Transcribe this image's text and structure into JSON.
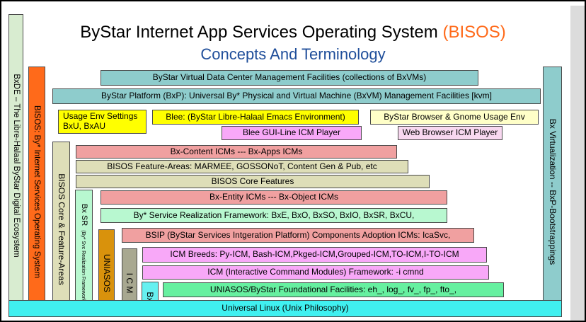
{
  "title": {
    "main": "ByStar Internet App Services Operating System ",
    "accent": "(BISOS)",
    "sub": "Concepts And Terminology"
  },
  "colors": {
    "accent": "#ff6a1a",
    "subtitle": "#1f4e9a",
    "teal": "#8ecccc",
    "salmon": "#f0a0a0",
    "khaki": "#dedeb8",
    "mint": "#b8f8d0",
    "pink": "#f8a8f8",
    "yellow": "#ffff00",
    "cyan": "#66f0f0",
    "orange": "#ff6a1a",
    "amber": "#d9920c",
    "gray": "#a8a890"
  },
  "vertical": {
    "bxde": "BxDE – The Libre-Halaal ByStar Digital Ecosystem",
    "bisos": "BISOS: By* Internet Services Operating System",
    "core_feature_areas": "BISOS Core & Feature-Areas",
    "bx_sr": "Bx SR",
    "bx_sr_sub": "(By* Svc Realization Framework)",
    "uniasos": "UNIASOS",
    "icm": "I C M",
    "bxf": "BxF",
    "bx_virtualization": "Bx Virtualization  --  BxP-Bootstrappings"
  },
  "rows": {
    "virtual_dc": "ByStar Virtual Data Center Management Facilities (collections of BxVMs)",
    "platform": "ByStar Platform (BxP):  Universal By* Physical and  Virtual Machine (BxVM) Management Facilities [kvm]",
    "usage_env": {
      "line1": "Usage Env Settings",
      "line2": "BxU, BxAU"
    },
    "blee": "Blee: (ByStar Libre-Halaal Emacs Environment)",
    "browser_env": "ByStar Browser & Gnome Usage Env",
    "blee_gui": "Blee GUI-Line ICM Player",
    "web_browser_icm": "Web Browser ICM  Player",
    "bx_content": "Bx-Content ICMs  --- Bx-Apps ICMs",
    "feature_areas": "BISOS Feature-Areas: MARMEE, GOSSONoT, Content Gen & Pub, etc",
    "core_features": "BISOS Core Features",
    "bx_entity": "Bx-Entity ICMs  --- Bx-Object ICMs",
    "service_realization": "By* Service Realization Framework: BxE, BxO, BxSO, BxIO, BxSR, BxCU,",
    "bsip": "BSIP (ByStar Services Intgeration Platform) Components Adoption ICMs: IcaSvc,",
    "icm_breeds": "ICM Breeds: Py-ICM, Bash-ICM,Pkged-ICM,Grouped-ICM,TO-ICM,I-TO-ICM",
    "icm_framework": "ICM (Interactive Command Modules) Framework:  -i cmnd",
    "uniasos_facilities": "UNIASOS/ByStar Foundational Facilities: eh_, log_, fv_, fp_, fto_,",
    "universal_linux": "Universal Linux (Unix Philosophy)"
  }
}
